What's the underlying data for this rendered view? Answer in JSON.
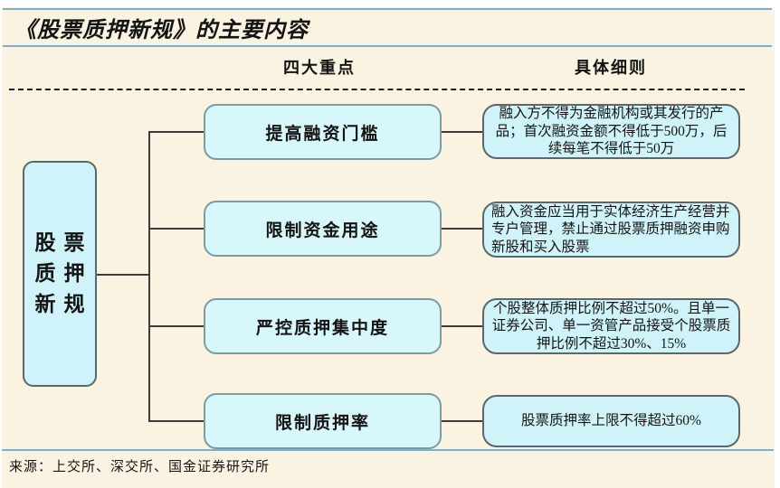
{
  "page": {
    "title": "《股票质押新规》的主要内容",
    "source": "来源：上交所、深交所、国金证券研究所"
  },
  "columns": {
    "left_header": "四大重点",
    "right_header": "具体细则"
  },
  "root_node": {
    "label": "股票质押新规",
    "lines": [
      "股票",
      "质押",
      "新规"
    ]
  },
  "rows": [
    {
      "point": "提高融资门槛",
      "detail": "融入方不得为金融机构或其发行的产品；首次融资金额不得低于500万，后续每笔不得低于50万"
    },
    {
      "point": "限制资金用途",
      "detail": "融入资金应当用于实体经济生产经营并专户管理，禁止通过股票质押融资申购新股和买入股票"
    },
    {
      "point": "严控质押集中度",
      "detail": "个股整体质押比例不超过50%。且单一证券公司、单一资管产品接受个股票质押比例不超过30%、15%"
    },
    {
      "point": "限制质押率",
      "detail": "股票质押率上限不得超过60%"
    }
  ],
  "colors": {
    "page-bg": "#ffffff",
    "panel-bg": "#faf3e2",
    "accent-line": "#7fafcd",
    "divider": "#1f1f1f",
    "node-fill": "#cff3f8",
    "node-fill-mid": "#d8f7fa",
    "node-border": "#5a676c",
    "node-border-mid": "#7c9ba3",
    "connector": "#3c3c3c",
    "text": "#141414"
  }
}
